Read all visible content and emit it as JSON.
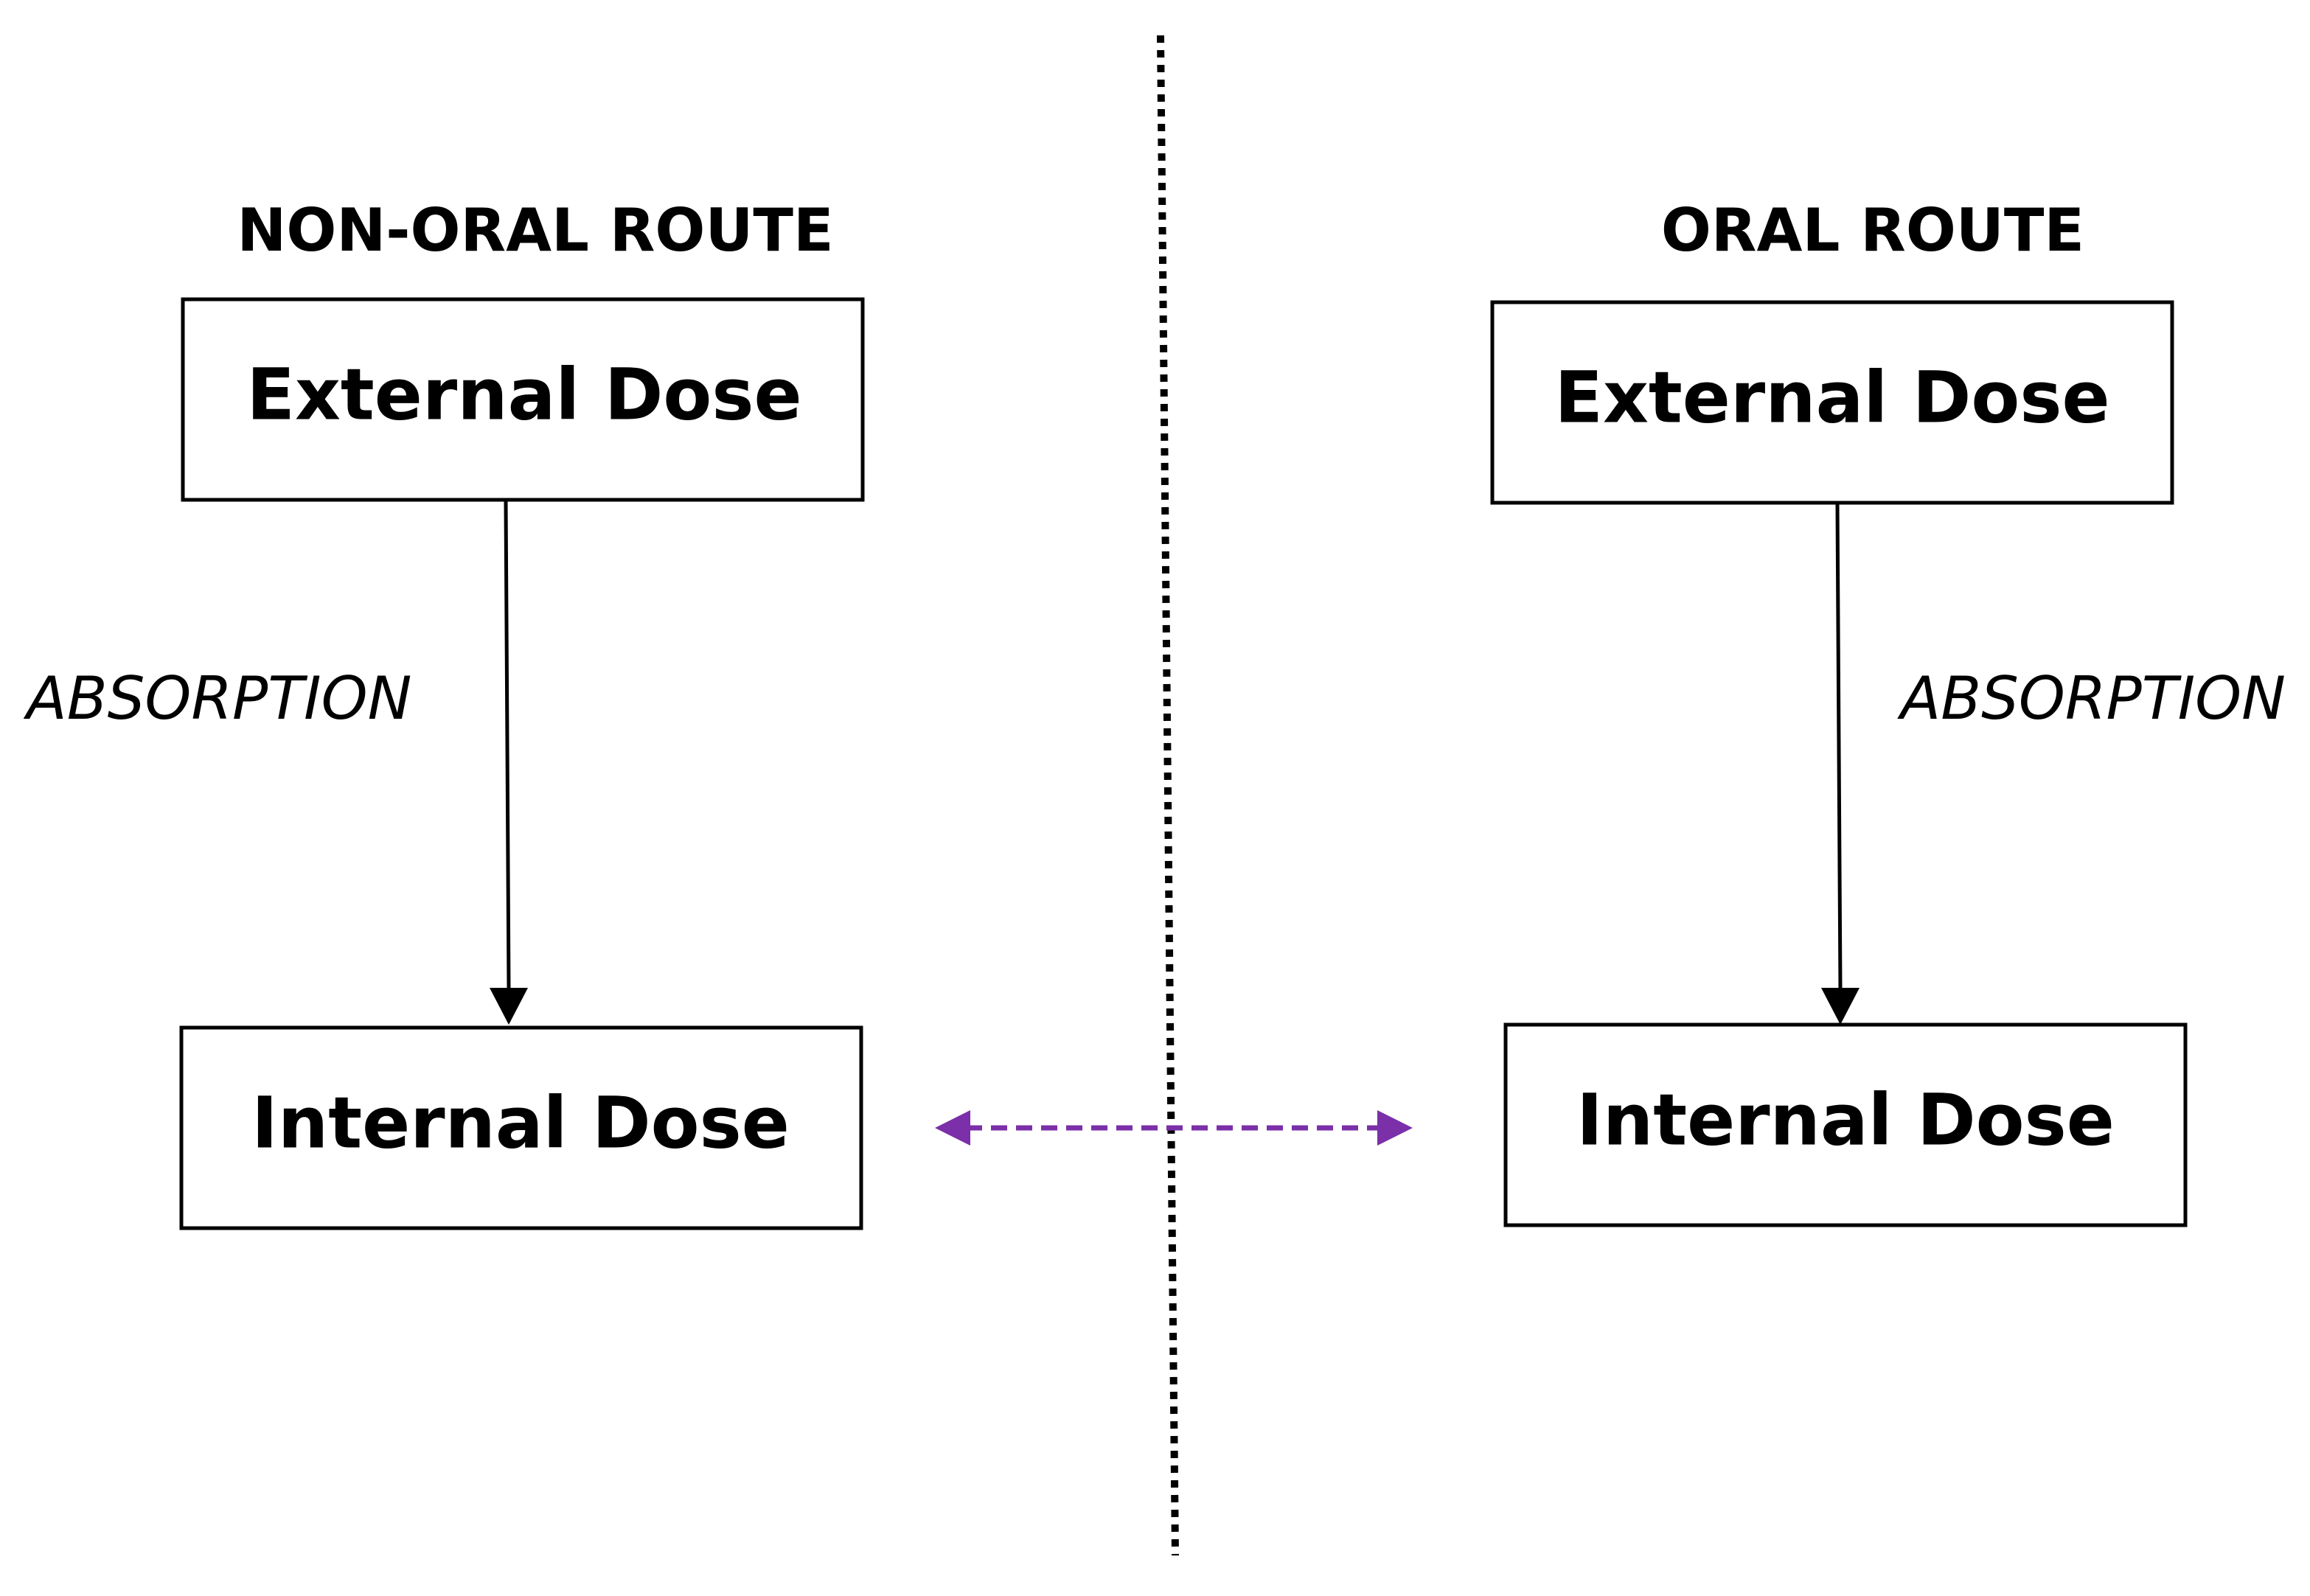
{
  "left": {
    "title": "NON-ORAL ROUTE",
    "top_box": "External Dose",
    "bottom_box": "Internal Dose",
    "edge_label": "ABSORPTION"
  },
  "right": {
    "title": "ORAL ROUTE",
    "top_box": "External Dose",
    "bottom_box": "Internal Dose",
    "edge_label": "ABSORPTION"
  },
  "colors": {
    "ink": "#000000",
    "comparison_arrow": "#7B2FA8",
    "background": "#ffffff"
  }
}
